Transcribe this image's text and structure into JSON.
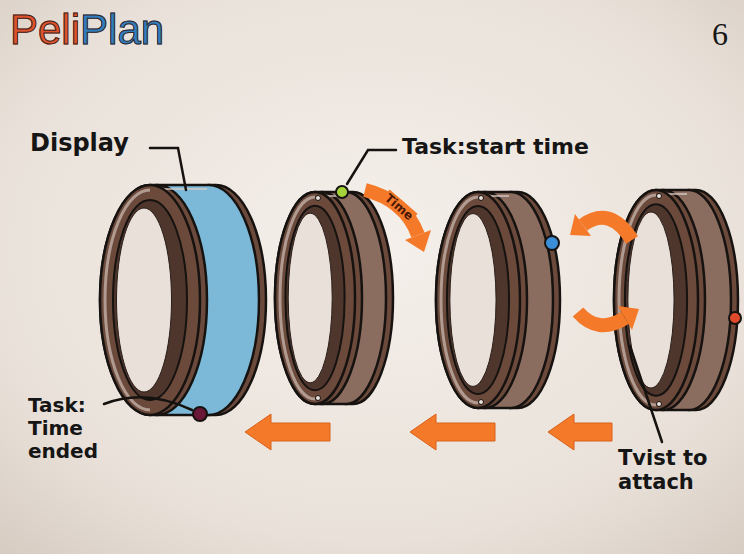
{
  "diagram": {
    "title": "PeliPlan",
    "labels": [
      "6",
      "Display",
      "Task:start time",
      "Time",
      "Task: Time ended",
      "Tvist to attach"
    ]
  }
}
